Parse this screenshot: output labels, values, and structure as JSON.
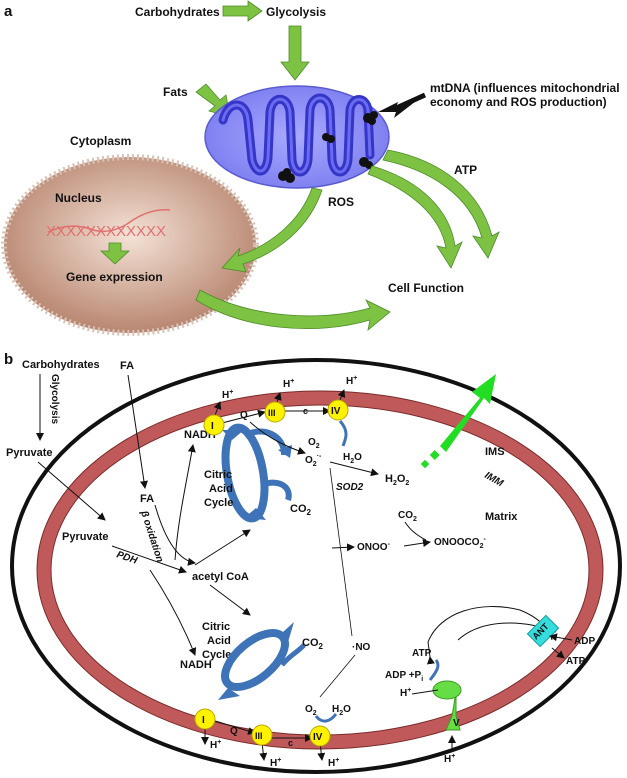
{
  "panel_a": {
    "label": "a",
    "carbohydrates": "Carbohydrates",
    "glycolysis": "Glycolysis",
    "fats": "Fats",
    "mtdna_line1": "mtDNA (influences mitochondrial",
    "mtdna_line2": "economy and ROS production)",
    "cytoplasm": "Cytoplasm",
    "nucleus": "Nucleus",
    "gene_expression": "Gene expression",
    "ros": "ROS",
    "atp": "ATP",
    "cell_function": "Cell Function"
  },
  "panel_b": {
    "label": "b",
    "carbohydrates": "Carbohydrates",
    "glycolysis": "Glycolysis",
    "pyruvate_left": "Pyruvate",
    "fa_top": "FA",
    "fa_inner": "FA",
    "beta_oxidation": "β oxidation",
    "pyruvate_inner": "Pyruvate",
    "pdh": "PDH",
    "acetyl_coa": "acetyl CoA",
    "nadh_top": "NADH",
    "nadh_bottom": "NADH",
    "citric_line1": "Citric",
    "citric_line2": "Acid",
    "citric_line3": "Cycle",
    "co2_top": "CO",
    "co2_bottom": "CO",
    "co2_matrix": "CO",
    "sub2": "2",
    "complex_i": "I",
    "complex_iii": "III",
    "complex_iv": "IV",
    "q": "Q",
    "c": "c",
    "h_plus": "H",
    "plus": "+",
    "o2": "O",
    "h2o": "H",
    "h2o_tail": "O",
    "superoxide": "O",
    "sod2": "SOD2",
    "h2o2": "H",
    "h2o2_mid": "O",
    "ims": "IMS",
    "imm": "IMM",
    "matrix": "Matrix",
    "onoo": "ONOO",
    "onoo_sup": "-",
    "onooco2": "ONOOCO",
    "no": "·NO",
    "atp": "ATP",
    "adp_pi": "ADP +P",
    "pi_sub": "i",
    "adp": "ADP",
    "atp_out": "ATP",
    "ant": "ANT",
    "complex_v": "V"
  },
  "colors": {
    "mito_outer": "#8b8cf5",
    "mito_cristae": "#3535c8",
    "green_arrow": "#7dc242",
    "cell_fill": "#c9a08e",
    "dna": "#e07070",
    "membrane": "#c05a5a",
    "complex_yellow": "#fff200",
    "cycle_blue": "#3f73b8",
    "h2o2_arrow": "#22dd22",
    "ant_cyan": "#33dddd",
    "complex_v_green": "#66dd44"
  }
}
